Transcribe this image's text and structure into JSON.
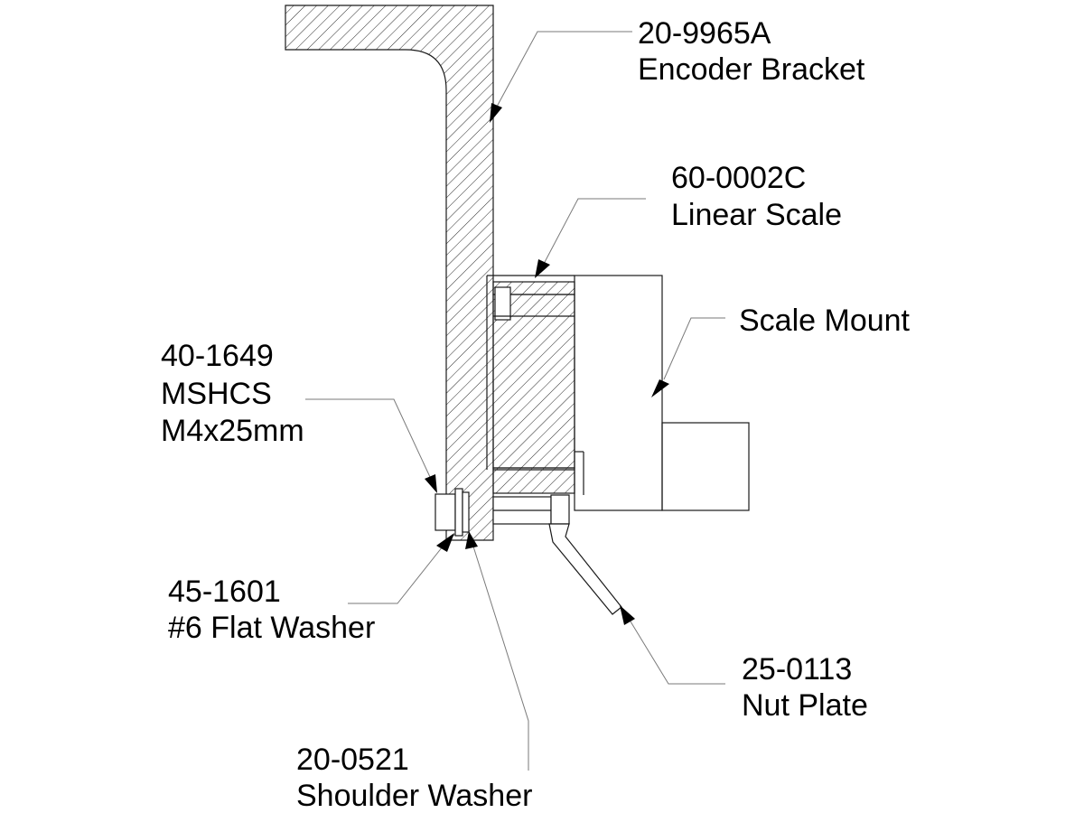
{
  "callouts": [
    {
      "part_number": "20-9965A",
      "description": "Encoder Bracket"
    },
    {
      "part_number": "60-0002C",
      "description": "Linear Scale"
    },
    {
      "description": "Scale Mount"
    },
    {
      "part_number": "40-1649",
      "description": "MSHCS",
      "size": "M4x25mm"
    },
    {
      "part_number": "45-1601",
      "description": "#6 Flat Washer"
    },
    {
      "part_number": "25-0113",
      "description": "Nut Plate"
    },
    {
      "part_number": "20-0521",
      "description": "Shoulder Washer"
    }
  ]
}
